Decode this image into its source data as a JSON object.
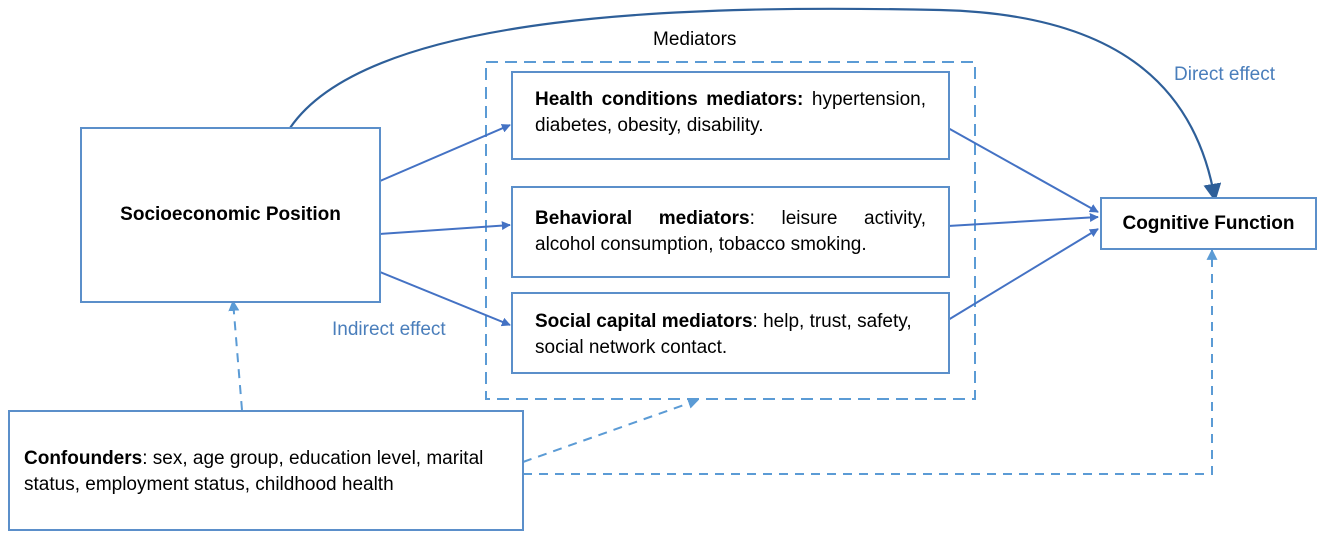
{
  "mediators_title": "Mediators",
  "direct_effect_label": "Direct effect",
  "indirect_effect_label": "Indirect effect",
  "exposure": {
    "label": "Socioeconomic Position"
  },
  "outcome": {
    "label": "Cognitive Function"
  },
  "mediators": [
    {
      "title": "Health conditions mediators:",
      "text": "hypertension, diabetes, obesity, disability."
    },
    {
      "title": "Behavioral mediators",
      "text": ": leisure activity, alcohol consumption, tobacco smoking."
    },
    {
      "title": "Social capital mediators",
      "text": ": help, trust, safety, social network contact."
    }
  ],
  "confounders": {
    "title": "Confounders",
    "text": ": sex, age group, education level, marital status, employment status, childhood health"
  },
  "colors": {
    "box_border": "#5b8fca",
    "arrow": "#4472c4",
    "label": "#4a7ebb"
  }
}
